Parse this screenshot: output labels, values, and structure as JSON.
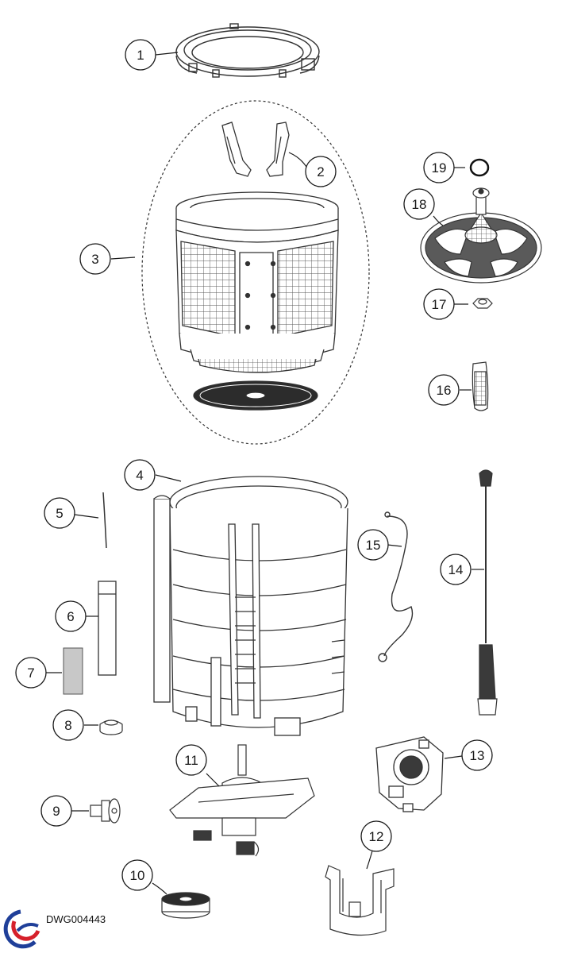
{
  "drawing_number": "DWG004443",
  "callouts": [
    "1",
    "2",
    "3",
    "4",
    "5",
    "6",
    "7",
    "8",
    "9",
    "10",
    "11",
    "12",
    "13",
    "14",
    "15",
    "16",
    "17",
    "18",
    "19"
  ],
  "icons": {
    "logo": "brand-logo-icon"
  },
  "colors": {
    "line": "#333333",
    "callout_stroke": "#1a1a1a",
    "logo_blue": "#1f3f99",
    "logo_red": "#d6202b",
    "shade": "#c8c8c8"
  }
}
